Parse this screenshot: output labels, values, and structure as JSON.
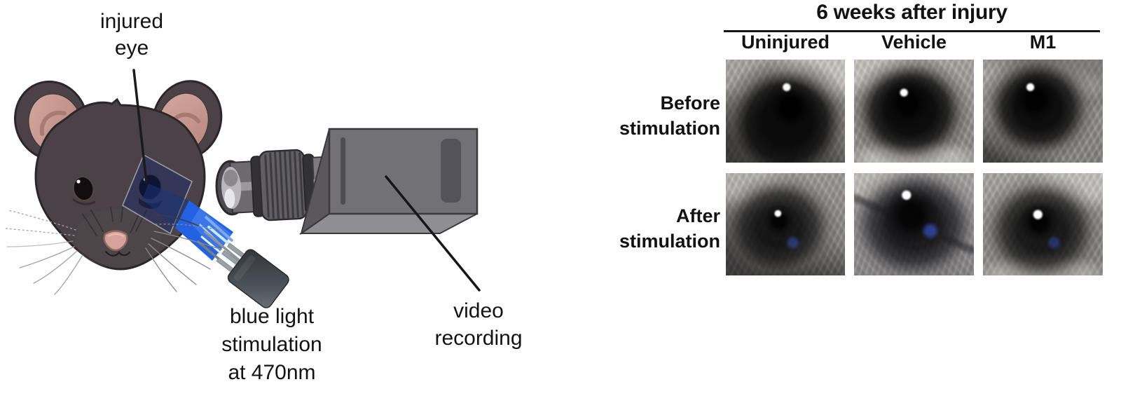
{
  "left_diagram": {
    "labels": {
      "injured_eye": "injured\neye",
      "blue_light": "blue light\nstimulation\nat 470nm",
      "video_recording": "video\nrecording"
    },
    "colors": {
      "blue_light_beam": "#2261e1",
      "mouse_fur": "#4a4246",
      "ear_inner_pink": "#c89a92",
      "camera_body_gray": "#727176"
    }
  },
  "right_panel": {
    "title": "6 weeks after injury",
    "column_headers": [
      "Uninjured",
      "Vehicle",
      "M1"
    ],
    "row_headers": [
      "Before\nstimulation",
      "After\nstimulation"
    ],
    "photos": [
      {
        "column": "Uninjured",
        "row": "Before stimulation",
        "appearance": "grayscale eye close-up, large dark dilated pupil, white corneal reflection"
      },
      {
        "column": "Vehicle",
        "row": "Before stimulation",
        "appearance": "grayscale eye close-up, large dark pupil, white corneal reflection"
      },
      {
        "column": "M1",
        "row": "Before stimulation",
        "appearance": "grayscale eye close-up, large dark pupil, white corneal reflection"
      },
      {
        "column": "Uninjured",
        "row": "After stimulation",
        "appearance": "grayscale eye close-up, constricted pupil, faint blue light reflection"
      },
      {
        "column": "Vehicle",
        "row": "After stimulation",
        "appearance": "grayscale eye close-up, pupil still dilated, blue light reflection visible"
      },
      {
        "column": "M1",
        "row": "After stimulation",
        "appearance": "grayscale eye close-up, constricted pupil, blue light reflection visible"
      }
    ]
  }
}
